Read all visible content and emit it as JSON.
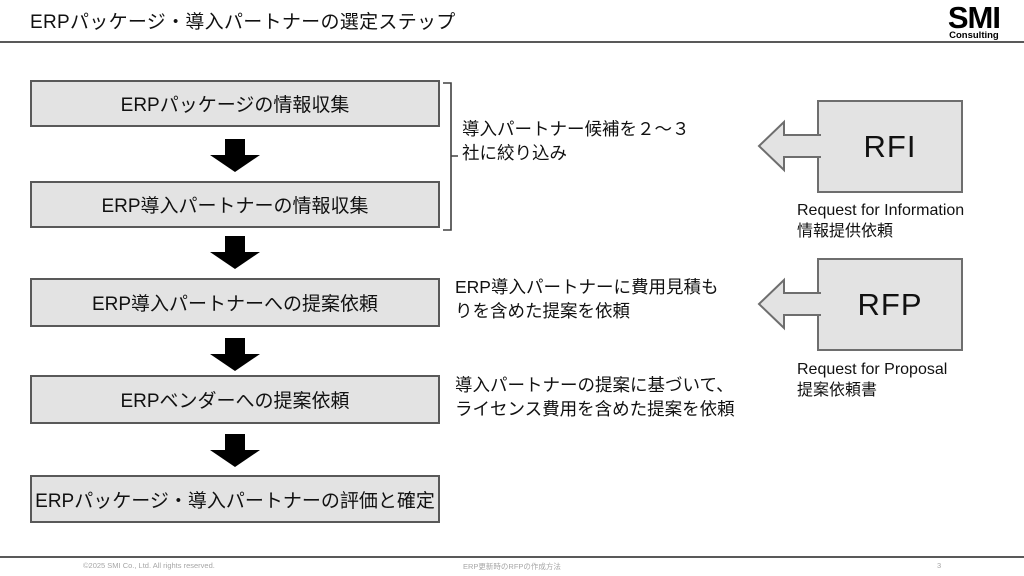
{
  "slide": {
    "title": "ERPパッケージ・導入パートナーの選定ステップ",
    "logo": {
      "mark": "SMI",
      "sub": "Consulting"
    }
  },
  "flow": {
    "steps": [
      {
        "label": "ERPパッケージの情報収集"
      },
      {
        "label": "ERP導入パートナーの情報収集"
      },
      {
        "label": "ERP導入パートナーへの提案依頼"
      },
      {
        "label": "ERPベンダーへの提案依頼"
      },
      {
        "label": "ERPパッケージ・導入パートナーの評価と確定"
      }
    ]
  },
  "annotations": [
    {
      "text": "導入パートナー候補を２～３\n社に絞り込み"
    },
    {
      "text": "ERP導入パートナーに費用見積も\nりを含めた提案を依頼"
    },
    {
      "text": "導入パートナーの提案に基づいて、\nライセンス費用を含めた提案を依頼"
    }
  ],
  "callouts": [
    {
      "acronym": "RFI",
      "caption": "Request for Information\n情報提供依頼"
    },
    {
      "acronym": "RFP",
      "caption": "Request for Proposal\n提案依頼書"
    }
  ],
  "footer": {
    "copyright": "©2025 SMI Co., Ltd. All rights reserved.",
    "doc_title": "ERP更新時のRFPの作成方法",
    "page_number": "3"
  },
  "colors": {
    "box_fill": "#e3e3e3",
    "box_border": "#595959",
    "callout_border": "#6e6e6e",
    "arrow_black": "#000000",
    "divider": "#595959",
    "footer_text": "#a6a6a6"
  }
}
